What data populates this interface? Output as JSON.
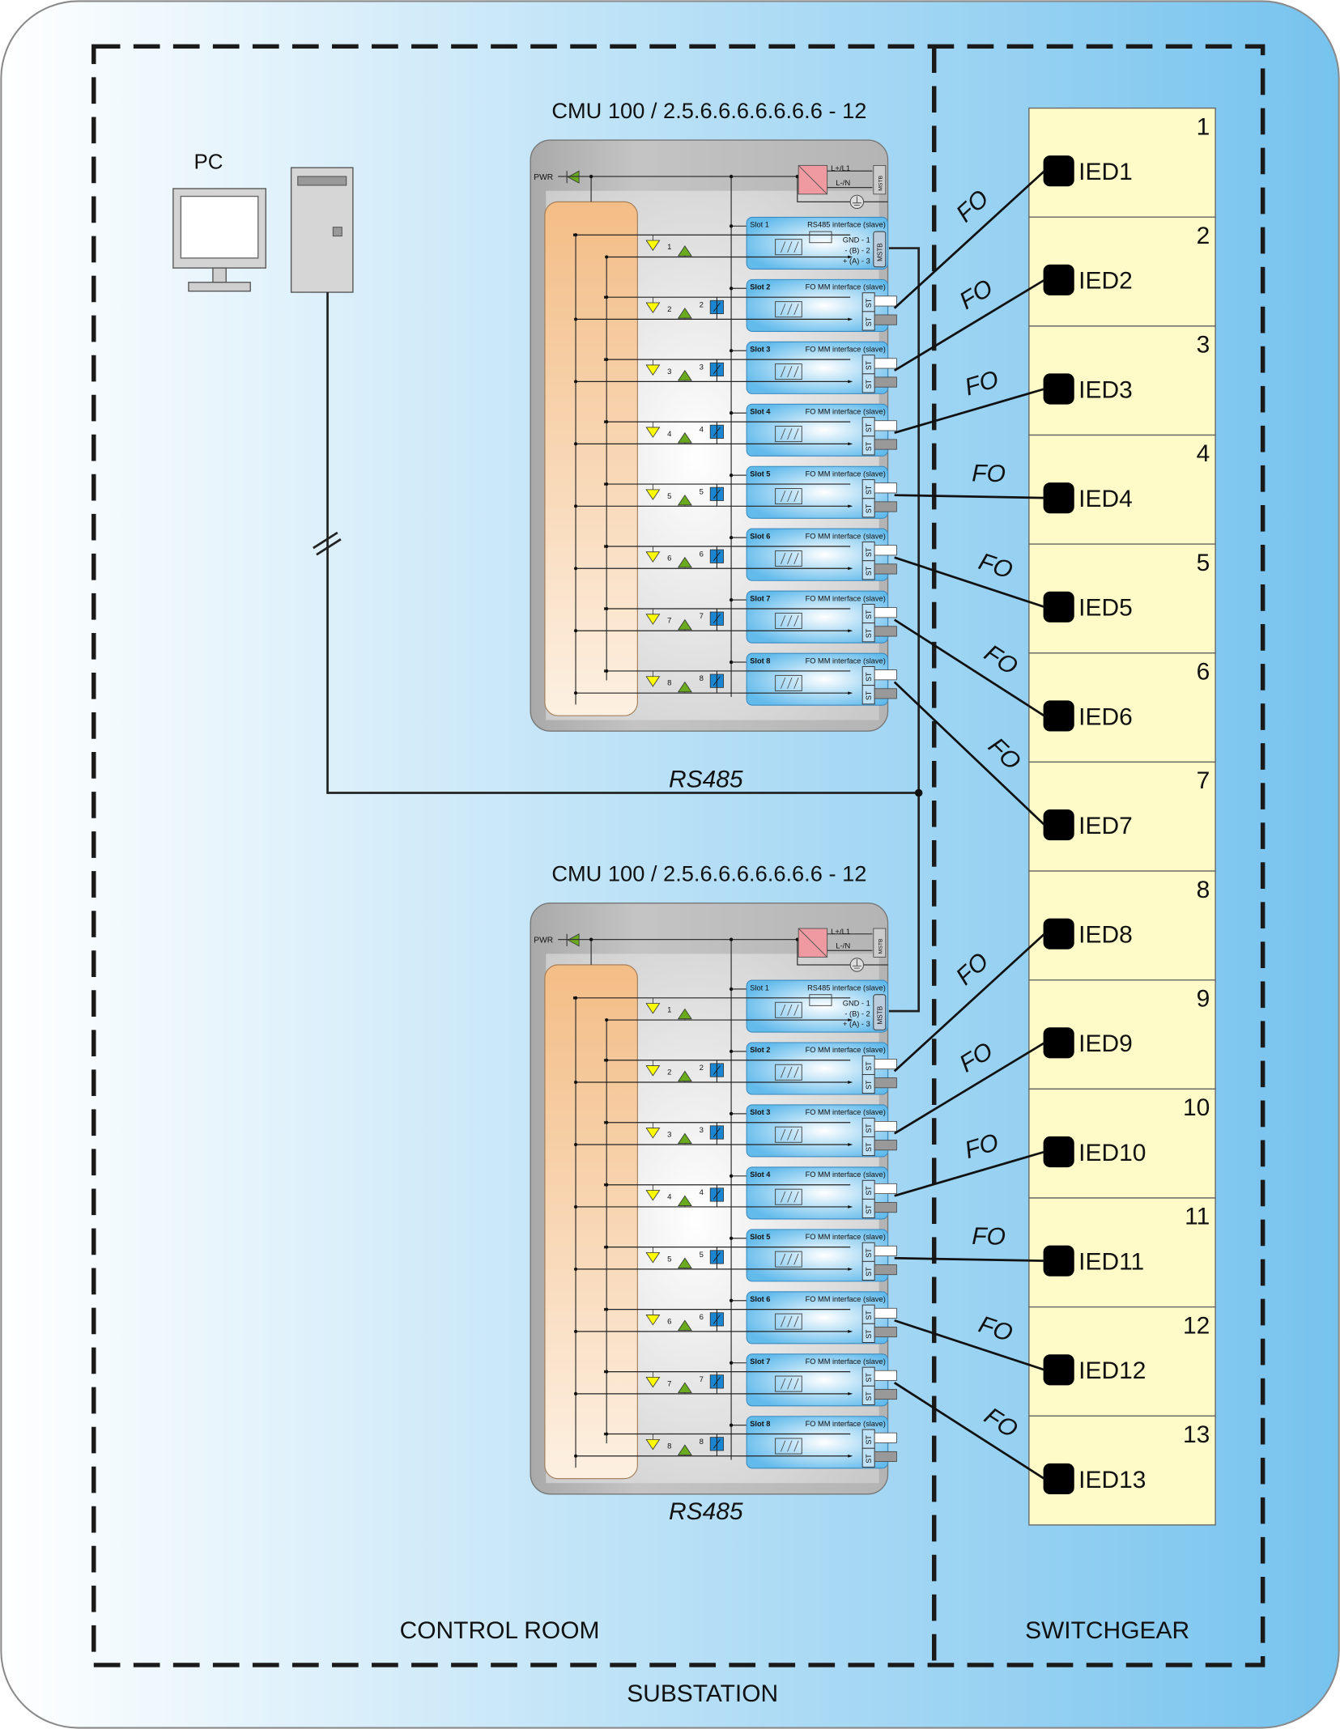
{
  "labels": {
    "pc": "PC",
    "rs485_top": "RS485",
    "rs485_bottom": "RS485",
    "control_room": "CONTROL ROOM",
    "switchgear": "SWITCHGEAR",
    "substation": "SUBSTATION",
    "fo": "FO"
  },
  "cmu": [
    {
      "title": "CMU 100 / 2.5.6.6.6.6.6.6.6 - 12"
    },
    {
      "title": "CMU 100 / 2.5.6.6.6.6.6.6.6 - 12"
    }
  ],
  "module": {
    "pwr": "PWR",
    "l_plus": "L+/L1",
    "l_minus": "L-/N",
    "mstb": "MSTB",
    "st": "ST",
    "slots": [
      {
        "label": "Slot 1",
        "desc": "RS485 interface (slave)",
        "terminals": [
          "GND - 1",
          "- (B) - 2",
          "+ (A) - 3"
        ]
      },
      {
        "label": "Slot 2",
        "desc": "FO MM interface (slave)"
      },
      {
        "label": "Slot 3",
        "desc": "FO MM interface (slave)"
      },
      {
        "label": "Slot 4",
        "desc": "FO MM interface (slave)"
      },
      {
        "label": "Slot 5",
        "desc": "FO MM interface (slave)"
      },
      {
        "label": "Slot 6",
        "desc": "FO MM interface (slave)"
      },
      {
        "label": "Slot 7",
        "desc": "FO MM interface (slave)"
      },
      {
        "label": "Slot 8",
        "desc": "FO MM interface (slave)"
      }
    ],
    "channels": [
      "1",
      "2",
      "3",
      "4",
      "5",
      "6",
      "7",
      "8"
    ]
  },
  "ieds": [
    {
      "num": "1",
      "name": "IED1"
    },
    {
      "num": "2",
      "name": "IED2"
    },
    {
      "num": "3",
      "name": "IED3"
    },
    {
      "num": "4",
      "name": "IED4"
    },
    {
      "num": "5",
      "name": "IED5"
    },
    {
      "num": "6",
      "name": "IED6"
    },
    {
      "num": "7",
      "name": "IED7"
    },
    {
      "num": "8",
      "name": "IED8"
    },
    {
      "num": "9",
      "name": "IED9"
    },
    {
      "num": "10",
      "name": "IED10"
    },
    {
      "num": "11",
      "name": "IED11"
    },
    {
      "num": "12",
      "name": "IED12"
    },
    {
      "num": "13",
      "name": "IED13"
    }
  ],
  "colors": {
    "ied_fill": "#fffbc8",
    "module_gray": "#b8b8b8",
    "slot_blue": "#6cc0ec",
    "orange": "#f3c08c",
    "led_yellow": "#ffff00",
    "led_green": "#6aaa1e",
    "relay_blue": "#1a86d2",
    "psu_pink": "#ef9aa0"
  }
}
